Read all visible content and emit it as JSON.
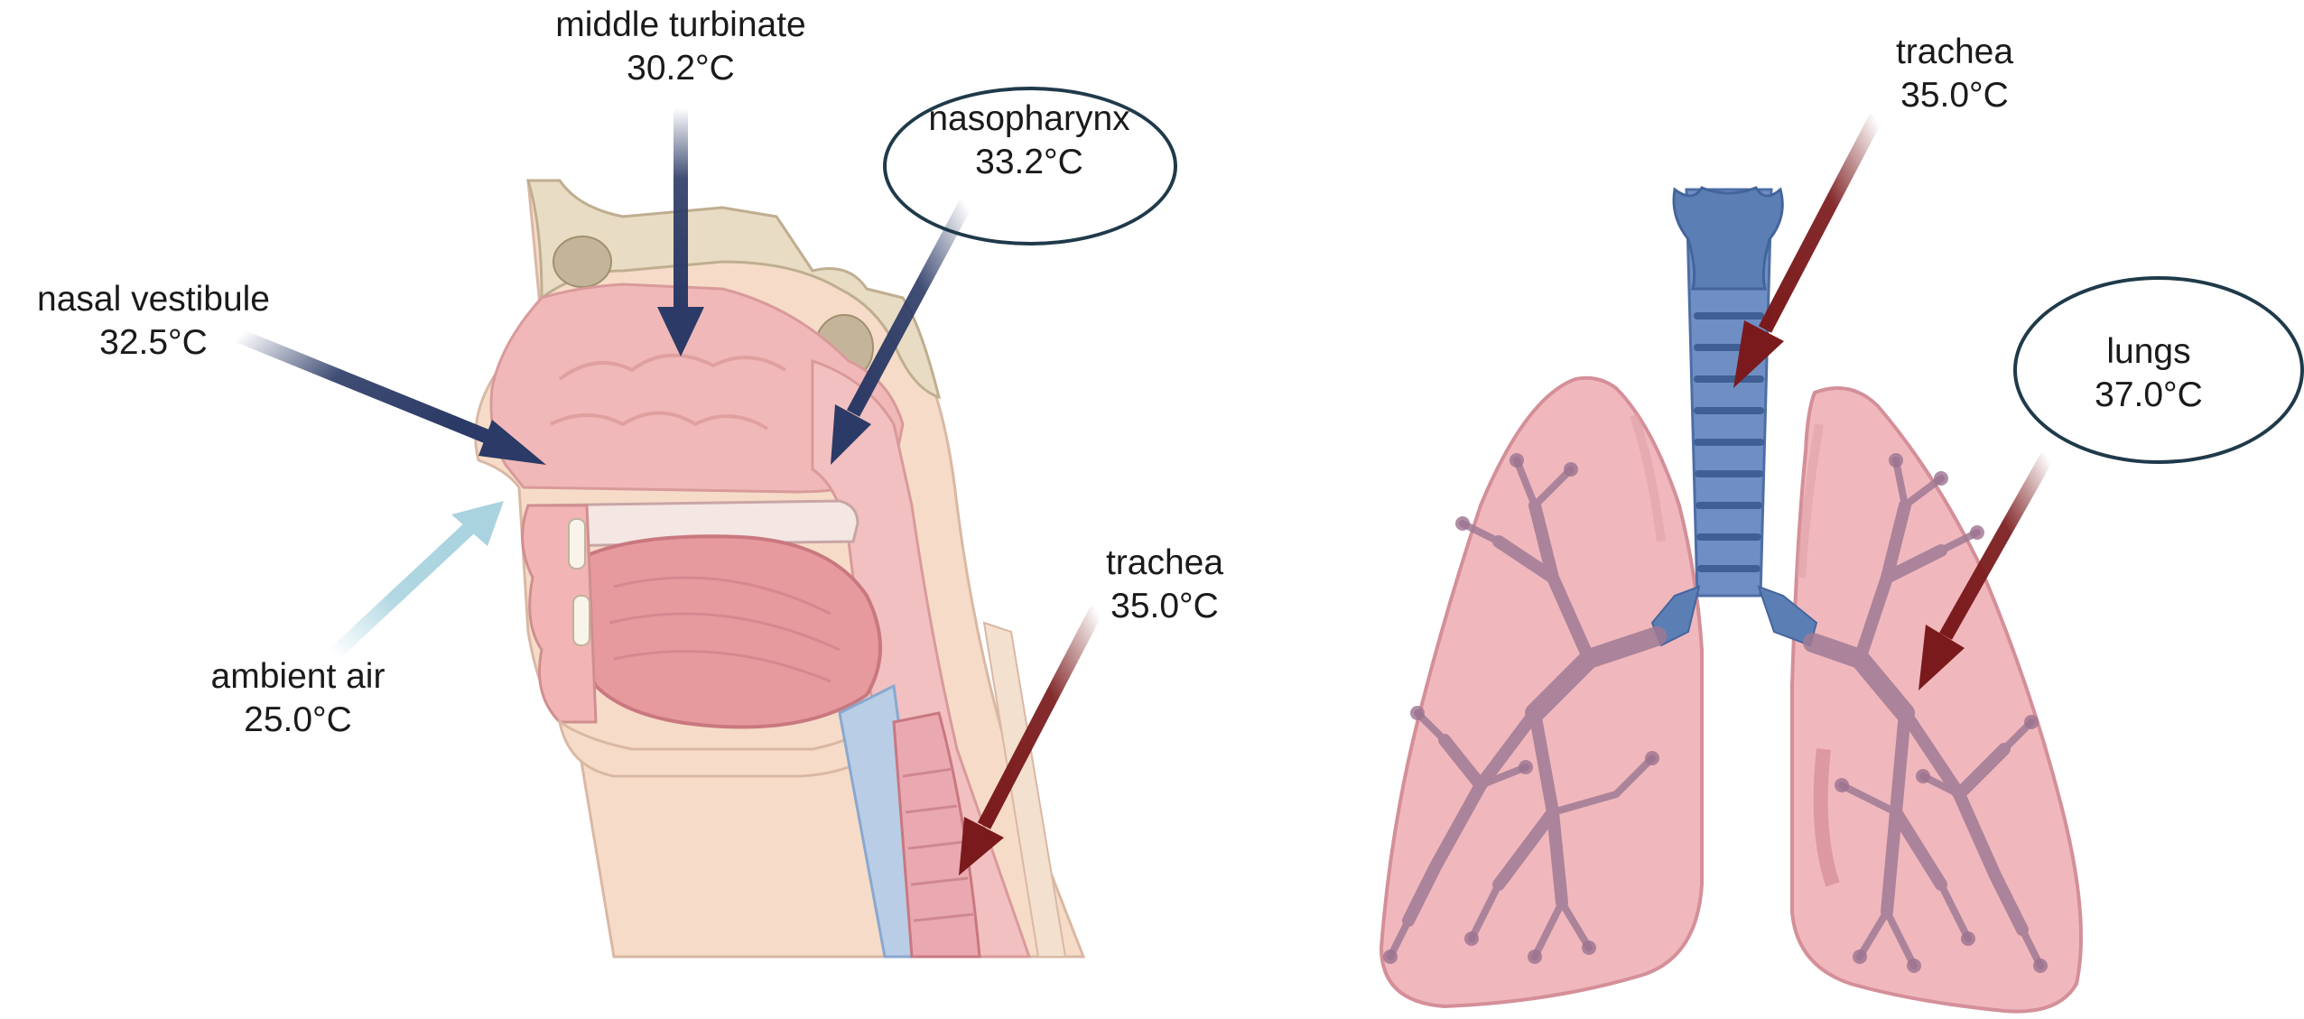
{
  "labels": {
    "middle_turbinate": {
      "name": "middle turbinate",
      "temp": "30.2°C"
    },
    "nasopharynx": {
      "name": "nasopharynx",
      "temp": "33.2°C"
    },
    "nasal_vestibule": {
      "name": "nasal vestibule",
      "temp": "32.5°C"
    },
    "ambient_air": {
      "name": "ambient air",
      "temp": "25.0°C"
    },
    "trachea_head": {
      "name": "trachea",
      "temp": "35.0°C"
    },
    "trachea_lungs": {
      "name": "trachea",
      "temp": "35.0°C"
    },
    "lungs": {
      "name": "lungs",
      "temp": "37.0°C"
    }
  },
  "colors": {
    "cool_arrow": "#2b3a66",
    "ambient_arrow": "#a8d3df",
    "warm_arrow": "#7a1a1c",
    "tissue": "#f0b8b8",
    "bronchi": "#5b7fb5"
  }
}
